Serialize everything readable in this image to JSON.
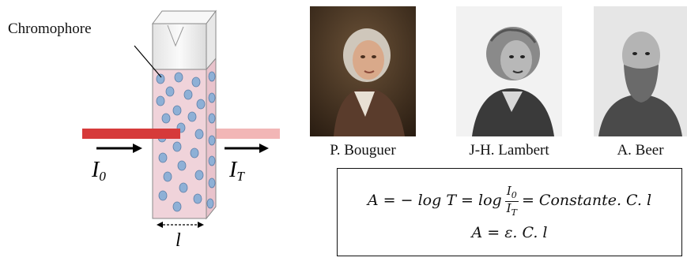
{
  "diagram": {
    "chromophore_label": "Chromophore",
    "incident_label": "I",
    "incident_sub": "0",
    "transmitted_label": "I",
    "transmitted_sub": "T",
    "path_length_label": "l",
    "colors": {
      "beam": "#d63a3a",
      "beam_transmitted": "#f2b6b6",
      "solution": "#f0d3da",
      "molecule": "#8eb0d6",
      "molecule_edge": "#5e7fa8",
      "arrow": "#000000"
    }
  },
  "portraits": [
    {
      "name": "P. Bouguer"
    },
    {
      "name": "J-H. Lambert"
    },
    {
      "name": "A. Beer"
    }
  ],
  "formula": {
    "line1_prefix": "A = − log T = log",
    "frac_num": "I",
    "frac_num_sub": "0",
    "frac_den": "I",
    "frac_den_sub": "T",
    "line1_suffix": "= Constante. C. l",
    "line2": "A = ε. C. l"
  }
}
